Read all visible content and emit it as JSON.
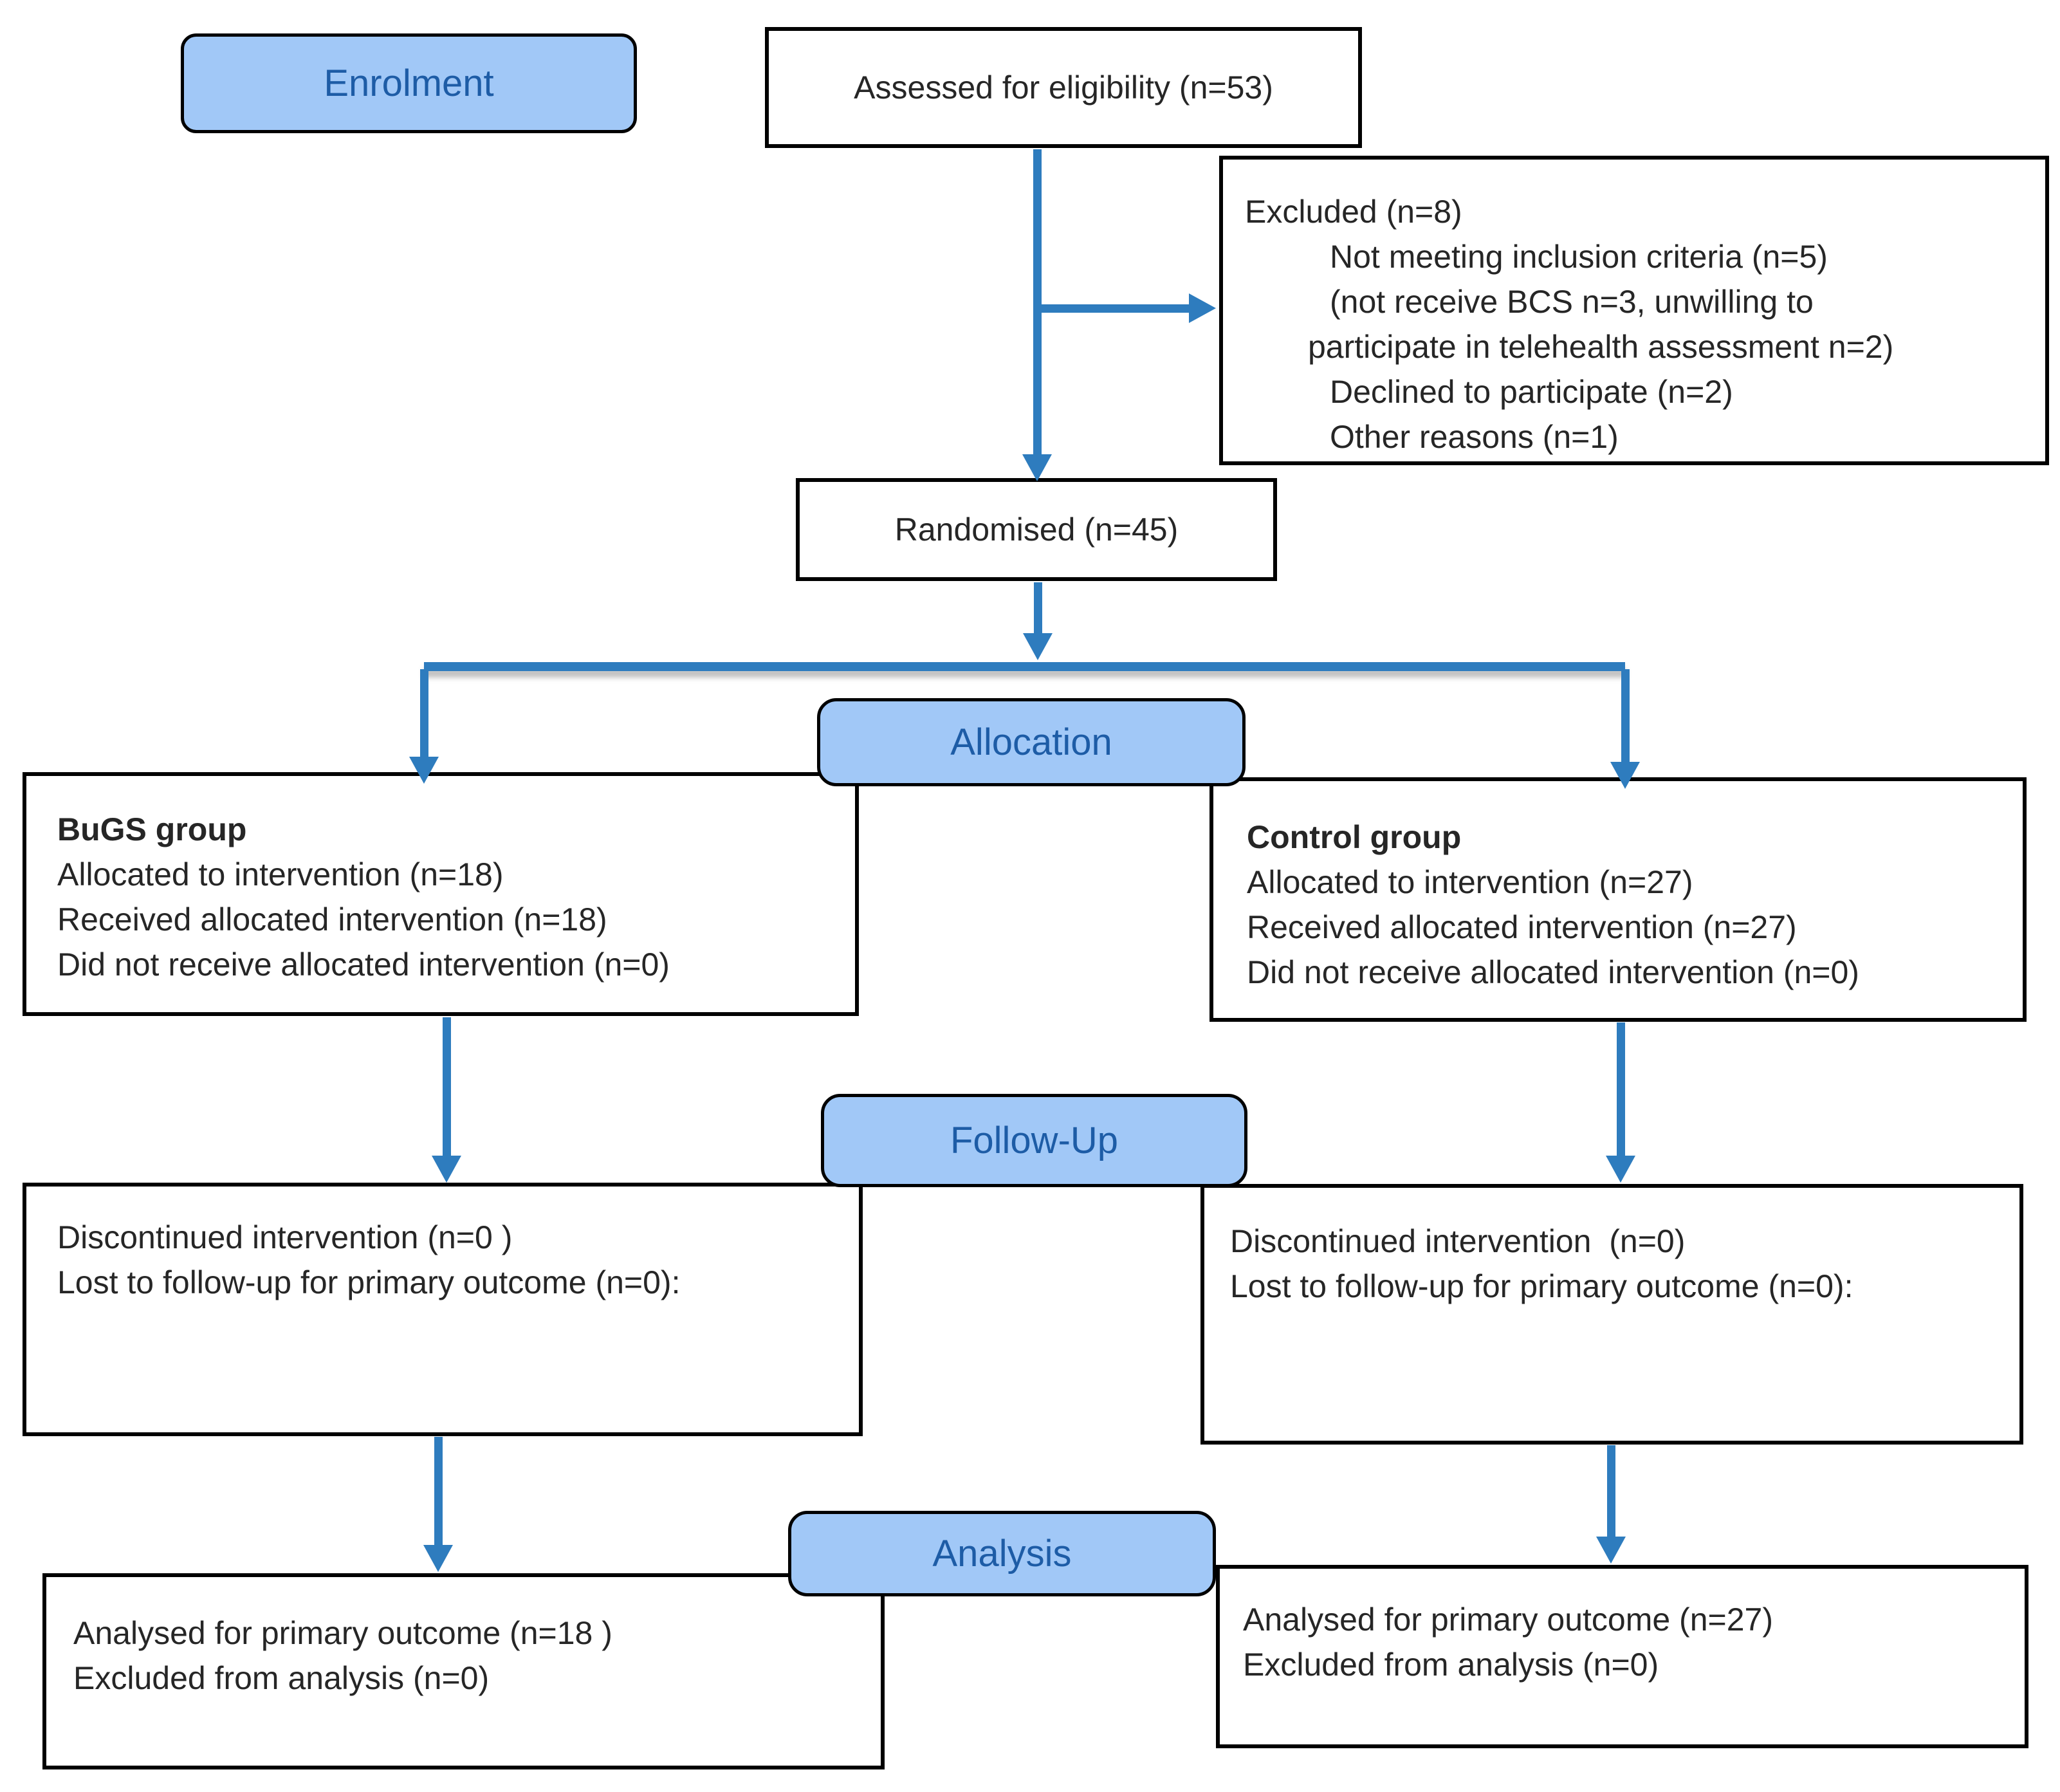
{
  "colors": {
    "label_fill": "#A1C8F7",
    "label_text": "#1D5CA6",
    "arrow_blue": "#2E7CBE",
    "box_border": "#000000",
    "body_text": "#262626"
  },
  "stage_labels": {
    "enrolment": "Enrolment",
    "allocation": "Allocation",
    "followup": "Follow-Up",
    "analysis": "Analysis"
  },
  "boxes": {
    "assessed": "Assessed for eligibility (n=53)",
    "randomised": "Randomised (n=45)",
    "excluded": {
      "lines": [
        "Excluded (n=8)",
        "Not meeting inclusion criteria (n=5)",
        "(not receive BCS n=3, unwilling to",
        "participate in telehealth assessment n=2)",
        "Declined to participate (n=2)",
        "Other reasons (n=1)"
      ]
    },
    "bugs_group": {
      "title": "BuGS group",
      "lines": [
        "Allocated to intervention (n=18)",
        "Received allocated intervention (n=18)",
        "Did not receive allocated intervention (n=0)"
      ]
    },
    "control_group": {
      "title": "Control group",
      "lines": [
        "Allocated to intervention (n=27)",
        "Received allocated intervention (n=27)",
        "Did not receive allocated intervention (n=0)"
      ]
    },
    "left_followup": {
      "lines": [
        "Discontinued intervention (n=0 )",
        "Lost to follow-up for primary outcome (n=0):"
      ]
    },
    "right_followup": {
      "lines": [
        "Discontinued intervention  (n=0)",
        "Lost to follow-up for primary outcome (n=0):"
      ]
    },
    "left_analysis": {
      "lines": [
        "Analysed for primary outcome (n=18 )",
        "Excluded from analysis (n=0)"
      ]
    },
    "right_analysis": {
      "lines": [
        "Analysed for primary outcome (n=27)",
        "Excluded from analysis (n=0)"
      ]
    }
  }
}
